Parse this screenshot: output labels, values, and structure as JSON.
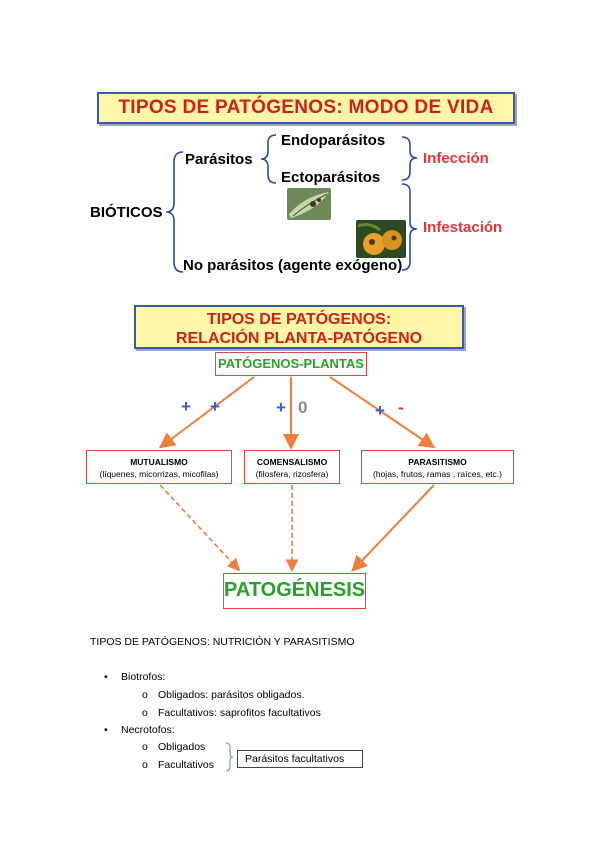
{
  "modo_vida": {
    "title": "TIPOS DE PATÓGENOS: MODO DE VIDA",
    "bioticos": "BIÓTICOS",
    "parasitos": "Parásitos",
    "endoparasitos": "Endoparásitos",
    "ectoparasitos": "Ectoparásitos",
    "infeccion": "Infección",
    "infestacion": "Infestación",
    "no_parasitos": "No parásitos (agente exógeno)"
  },
  "relacion": {
    "title_line1": "TIPOS DE PATÓGENOS:",
    "title_line2": "RELACIÓN PLANTA-PATÓGENO",
    "top_node": "PATÓGENOS-PLANTAS",
    "mutualismo": {
      "name": "MUTUALISMO",
      "desc": "(líquenes, micorrizas, micofilas)",
      "sign1": "+",
      "sign2": "+"
    },
    "comensalismo": {
      "name": "COMENSALISMO",
      "desc": "(filosfera, rizosfera)",
      "sign1": "+",
      "sign2": "0"
    },
    "parasitismo": {
      "name": "PARASITISMO",
      "desc": "(hojas, frutos, ramas , raíces, etc.)",
      "sign1": "+",
      "sign2": "-"
    },
    "bottom_node": "PATOGÉNESIS"
  },
  "nutricion": {
    "heading": "TIPOS DE PATÓGENOS: NUTRICIÓN Y PARASITISMO",
    "items": [
      {
        "bullet": "•",
        "label": "Biotrofos:",
        "subs": [
          {
            "bullet": "o",
            "label": "Obligados: parásitos obligados."
          },
          {
            "bullet": "o",
            "label": "Facultativos: saprofitos facultativos"
          }
        ]
      },
      {
        "bullet": "•",
        "label": "Necrotofos:",
        "subs": [
          {
            "bullet": "o",
            "label": "Obligados"
          },
          {
            "bullet": "o",
            "label": "Facultativos"
          }
        ]
      }
    ],
    "facultativos_box": "Parásitos facultativos"
  },
  "colors": {
    "title_text": "#d0201c",
    "title_bg": "#fff6a8",
    "title_border": "#3b5aa6",
    "accent_red": "#e8323a",
    "green": "#2aa02a",
    "arrow": "#ef7d3c",
    "blue": "#3a55e6"
  }
}
